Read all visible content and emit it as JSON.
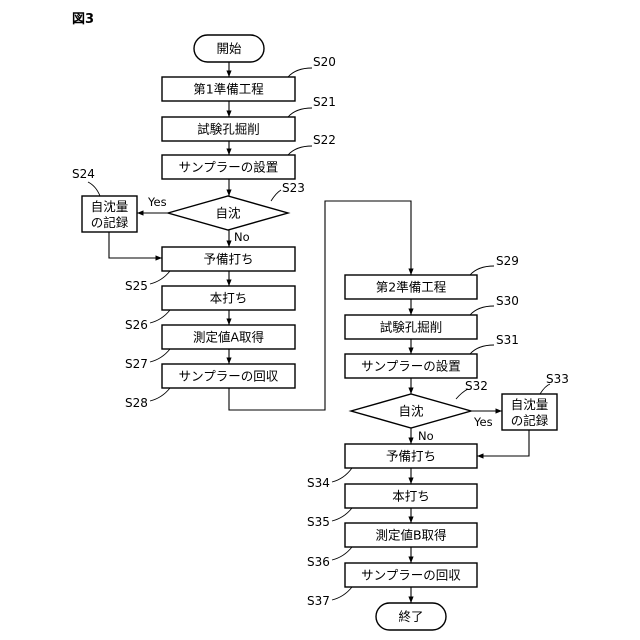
{
  "figure_label": "図3",
  "nodes": {
    "start": "開始",
    "b1": "第1準備工程",
    "b2": "試験孔掘削",
    "b3": "サンプラーの設置",
    "d1": "自沈",
    "r1a": "自沈量",
    "r1b": "の記録",
    "b4": "予備打ち",
    "b5": "本打ち",
    "b6": "測定値A取得",
    "b7": "サンプラーの回収",
    "c1": "第2準備工程",
    "c2": "試験孔掘削",
    "c3": "サンプラーの設置",
    "d2": "自沈",
    "r2a": "自沈量",
    "r2b": "の記録",
    "c4": "予備打ち",
    "c5": "本打ち",
    "c6": "測定値B取得",
    "c7": "サンプラーの回収",
    "end": "終了"
  },
  "steps": {
    "s20": "S20",
    "s21": "S21",
    "s22": "S22",
    "s23": "S23",
    "s24": "S24",
    "s25": "S25",
    "s26": "S26",
    "s27": "S27",
    "s28": "S28",
    "s29": "S29",
    "s30": "S30",
    "s31": "S31",
    "s32": "S32",
    "s33": "S33",
    "s34": "S34",
    "s35": "S35",
    "s36": "S36",
    "s37": "S37"
  },
  "branches": {
    "yes1": "Yes",
    "no1": "No",
    "yes2": "Yes",
    "no2": "No"
  }
}
